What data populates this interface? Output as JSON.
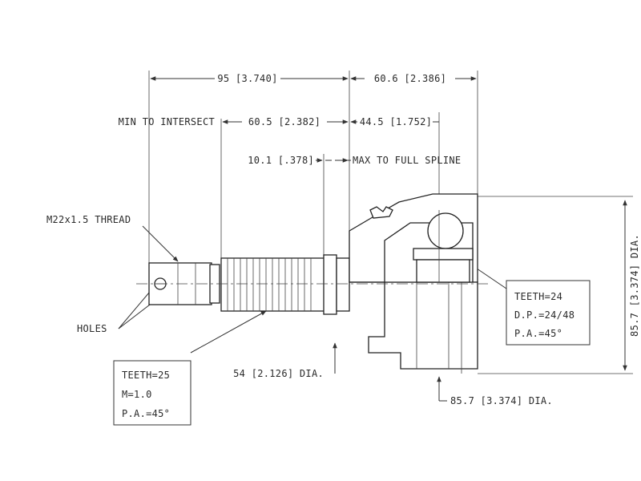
{
  "dimensions": {
    "top_left": "95 [3.740]",
    "top_right": "60.6 [2.386]",
    "min_to_intersect_label": "MIN TO INTERSECT",
    "intersect_left": "60.5 [2.382]",
    "intersect_right": "44.5 [1.752]",
    "spline_dim": "10.1 [.378]",
    "max_to_full_spline": "MAX TO FULL SPLINE",
    "bottom_dia_1": "54 [2.126] DIA.",
    "bottom_dia_2": "85.7 [3.374] DIA.",
    "side_dia": "85.7 [3.374] DIA."
  },
  "callouts": {
    "thread": "M22x1.5 THREAD",
    "holes": "HOLES"
  },
  "spline_outer": {
    "teeth": "TEETH=25",
    "module": "M=1.0",
    "pressure_angle": "P.A.=45°"
  },
  "spline_inner": {
    "teeth": "TEETH=24",
    "diametral_pitch": "D.P.=24/48",
    "pressure_angle": "P.A.=45°"
  }
}
